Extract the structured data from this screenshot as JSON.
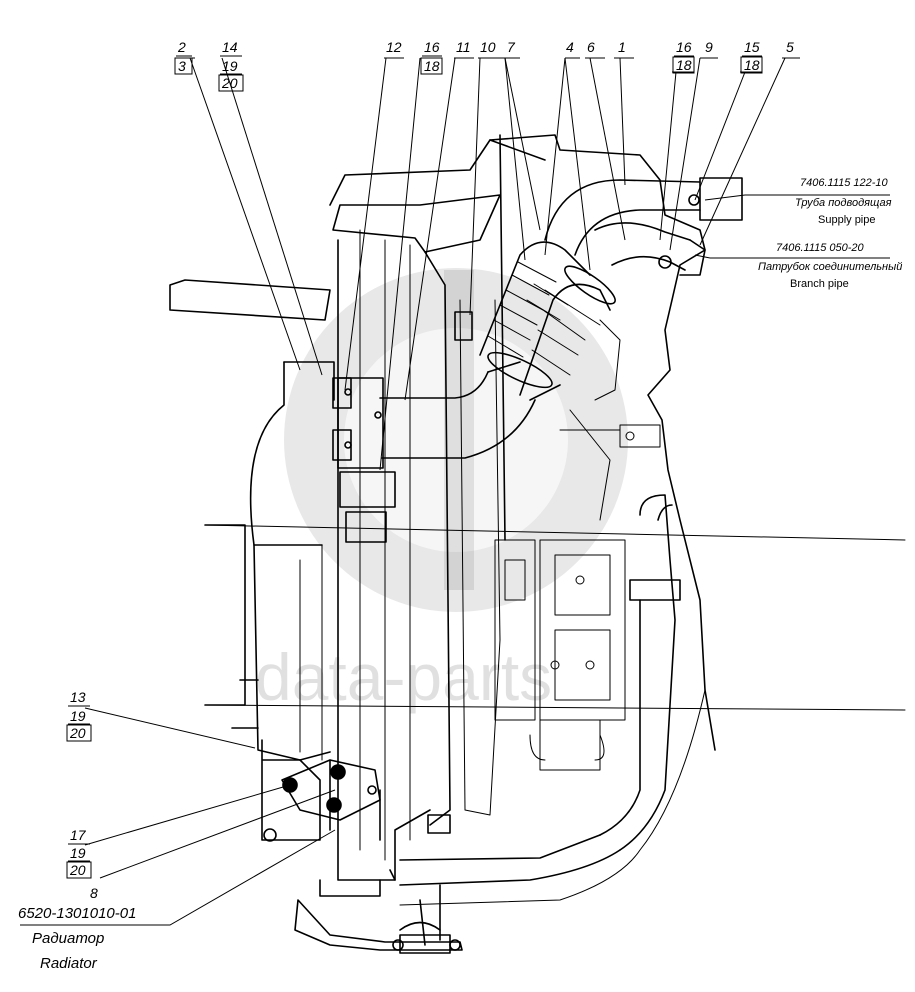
{
  "callouts": {
    "c2": "2",
    "c3": "3",
    "c14": "14",
    "c19a": "19",
    "c20a": "20",
    "c12": "12",
    "c16a": "16",
    "c18a": "18",
    "c11": "11",
    "c10": "10",
    "c7": "7",
    "c4": "4",
    "c6": "6",
    "c1": "1",
    "c16b": "16",
    "c18b": "18",
    "c9": "9",
    "c15": "15",
    "c18c": "18",
    "c5": "5",
    "c13": "13",
    "c19b": "19",
    "c20b": "20",
    "c17": "17",
    "c19c": "19",
    "c20c": "20",
    "c8": "8"
  },
  "notes": {
    "supply_code": "7406.1115 122-10",
    "supply_ru": "Труба подводящая",
    "supply_en": "Supply pipe",
    "branch_code": "7406.1115 050-20",
    "branch_ru": "Патрубок соединительный",
    "branch_en": "Branch pipe",
    "radiator_code": "6520-1301010-01",
    "radiator_ru": "Радиатор",
    "radiator_en": "Radiator"
  },
  "watermark": "data-parts",
  "colors": {
    "line": "#000000",
    "watermark": "#808080",
    "background": "#ffffff"
  }
}
